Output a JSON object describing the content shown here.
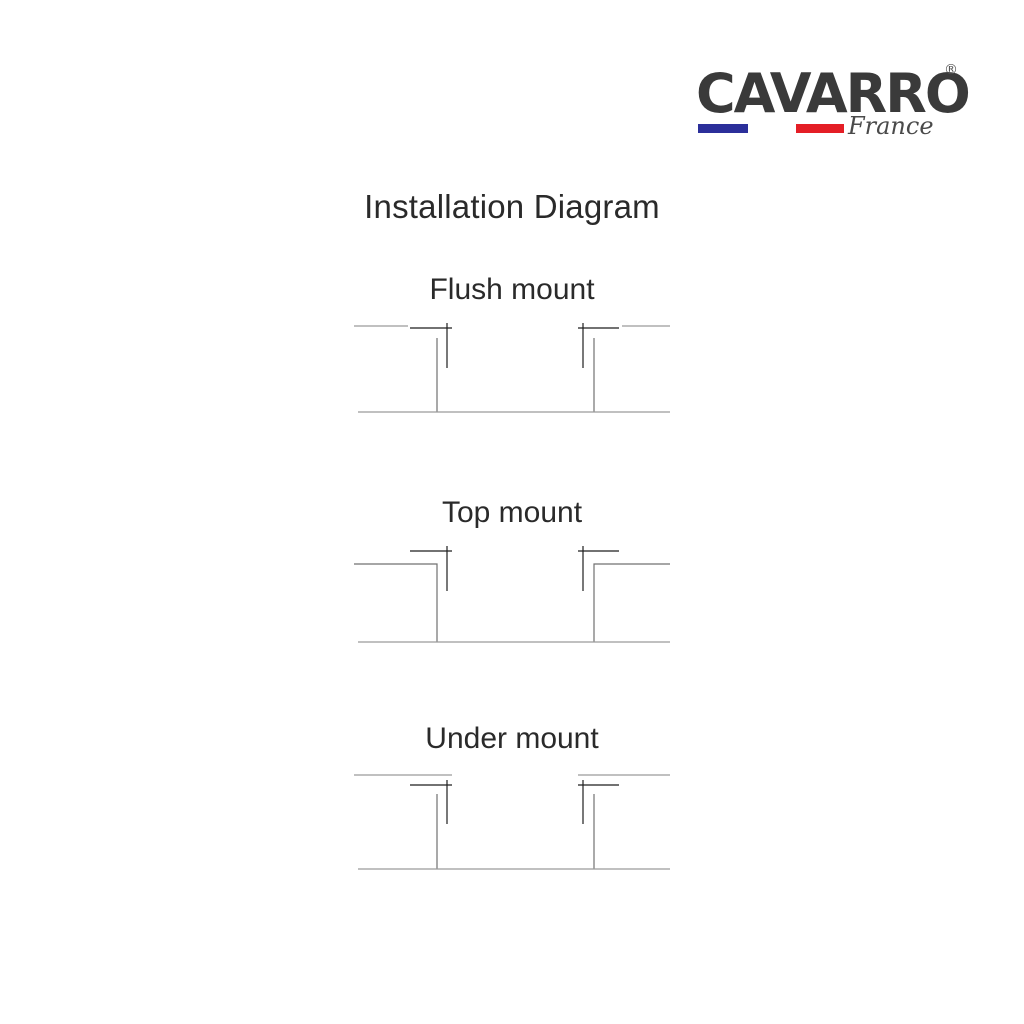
{
  "logo": {
    "brand": "CAVARRO",
    "sub": "France",
    "registered": "®",
    "colors": {
      "text": "#3a3a3a",
      "blue": "#2b2f9a",
      "red": "#e41e26"
    }
  },
  "title": "Installation Diagram",
  "sections": [
    {
      "id": "flush",
      "label": "Flush mount"
    },
    {
      "id": "top",
      "label": "Top mount"
    },
    {
      "id": "under",
      "label": "Under mount"
    }
  ]
}
